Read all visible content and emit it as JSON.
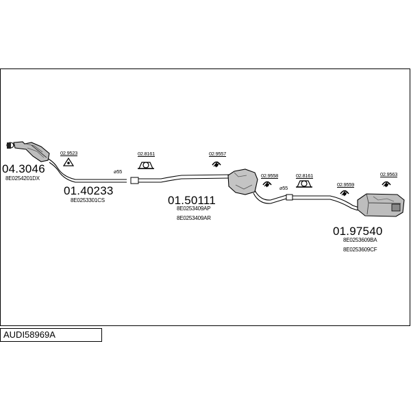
{
  "diagram_code": "AUDI58969A",
  "parts": {
    "p1": {
      "number": "04.3046",
      "oem": [
        "8E0254201DX"
      ]
    },
    "p2": {
      "number": "01.40233",
      "oem": [
        "8E0253301CS"
      ]
    },
    "p3": {
      "number": "01.50111",
      "oem": [
        "8E0253409AP",
        "8E0253409AR"
      ]
    },
    "p4": {
      "number": "01.97540",
      "oem": [
        "8E0253609BA",
        "8E0253609CF"
      ]
    }
  },
  "fittings": {
    "f1": "02.9523",
    "f2": "02.8161",
    "f3": "02.9557",
    "f4": "02.9558",
    "f5": "02.8161",
    "f6": "02.9559",
    "f7": "02.9563"
  },
  "diameters": {
    "d1": "⌀55",
    "d2": "⌀55"
  }
}
